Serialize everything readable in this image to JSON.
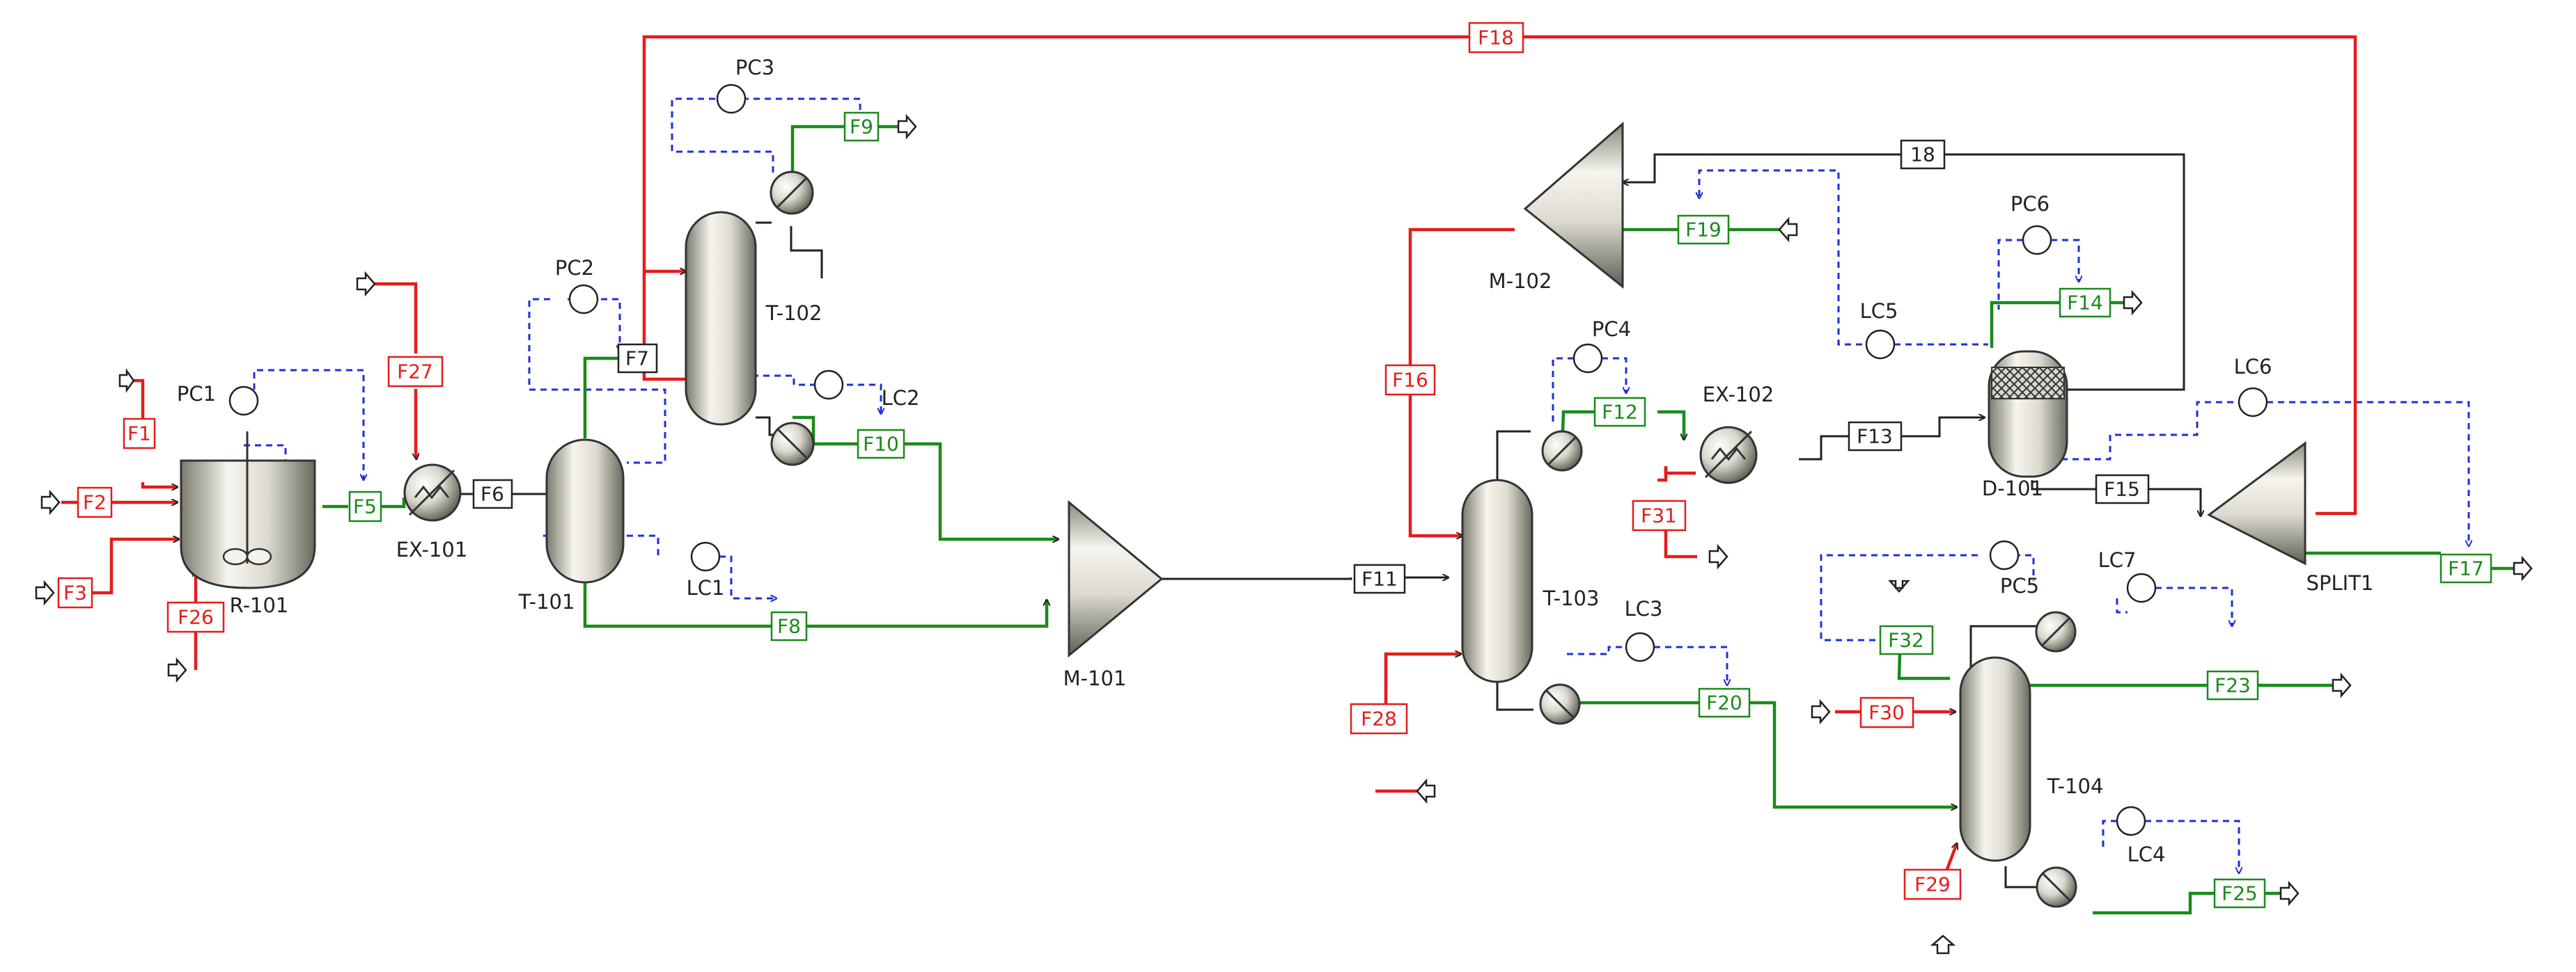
{
  "colors": {
    "red": "#e41c1c",
    "green": "#1a8a1a",
    "black": "#222222",
    "control": "#1f2fd9",
    "equipment_light": "#f4f2ec",
    "equipment_dark": "#6e6e62"
  },
  "units": {
    "R-101": "R-101",
    "EX-101": "EX-101",
    "T-101": "T-101",
    "T-102": "T-102",
    "M-101": "M-101",
    "T-103": "T-103",
    "EX-102": "EX-102",
    "M-102": "M-102",
    "D-101": "D-101",
    "SPLIT1": "SPLIT1",
    "T-104": "T-104"
  },
  "streams": {
    "F1": "F1",
    "F2": "F2",
    "F3": "F3",
    "F5": "F5",
    "F6": "F6",
    "F7": "F7",
    "F8": "F8",
    "F9": "F9",
    "F10": "F10",
    "F11": "F11",
    "F12": "F12",
    "F13": "F13",
    "F14": "F14",
    "F15": "F15",
    "F16": "F16",
    "F17": "F17",
    "F18": "F18",
    "F19": "F19",
    "F20": "F20",
    "F23": "F23",
    "F25": "F25",
    "F26": "F26",
    "F27": "F27",
    "F28": "F28",
    "F29": "F29",
    "F30": "F30",
    "F31": "F31",
    "F32": "F32",
    "S18": "18"
  },
  "controllers": {
    "PC1": "PC1",
    "PC2": "PC2",
    "PC3": "PC3",
    "PC4": "PC4",
    "PC5": "PC5",
    "PC6": "PC6",
    "LC1": "LC1",
    "LC2": "LC2",
    "LC3": "LC3",
    "LC4": "LC4",
    "LC5": "LC5",
    "LC6": "LC6",
    "LC7": "LC7"
  }
}
